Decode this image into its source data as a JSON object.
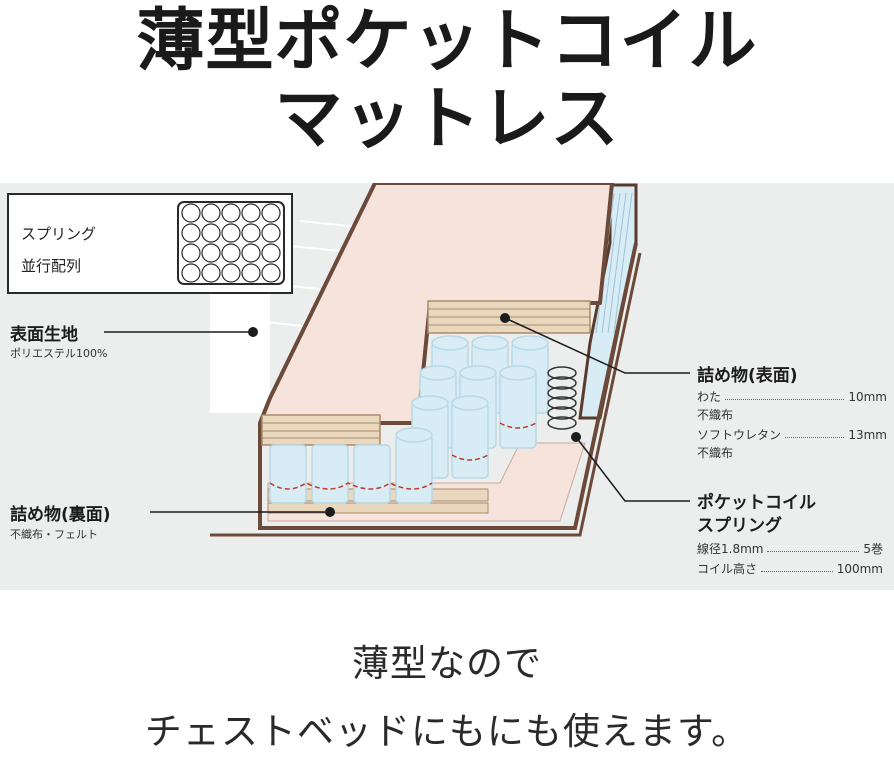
{
  "title": {
    "line1": "薄型ポケットコイル",
    "line2": "マットレス"
  },
  "legend": {
    "line1": "スプリング",
    "line2": "並行配列"
  },
  "labels": {
    "surface_fabric": {
      "heading": "表面生地",
      "sub": "ポリエステル100%"
    },
    "back_padding": {
      "heading": "詰め物(裏面)",
      "sub": "不織布・フェルト"
    },
    "top_padding": {
      "heading": "詰め物(表面)",
      "rows": [
        {
          "name": "わた",
          "value": "10mm"
        },
        {
          "name": "不織布",
          "value": ""
        },
        {
          "name": "ソフトウレタン",
          "value": "13mm"
        },
        {
          "name": "不織布",
          "value": ""
        }
      ]
    },
    "pocket_coil": {
      "heading1": "ポケットコイル",
      "heading2": "スプリング",
      "rows": [
        {
          "name": "線径1.8mm",
          "value": "5巻"
        },
        {
          "name": "コイル高さ",
          "value": "100mm"
        }
      ]
    }
  },
  "caption": {
    "line1": "薄型なので",
    "line2": "チェストベッドにもにも使えます。"
  },
  "colors": {
    "panel_bg": "#eceded",
    "cover_pink": "#f6e3dc",
    "frame_brown": "#6b4a3a",
    "coil_blue": "#d7ecf4",
    "coil_edge": "#b9d8e6",
    "stitch_red": "#c0392b",
    "wool_tan": "#ead8be"
  }
}
